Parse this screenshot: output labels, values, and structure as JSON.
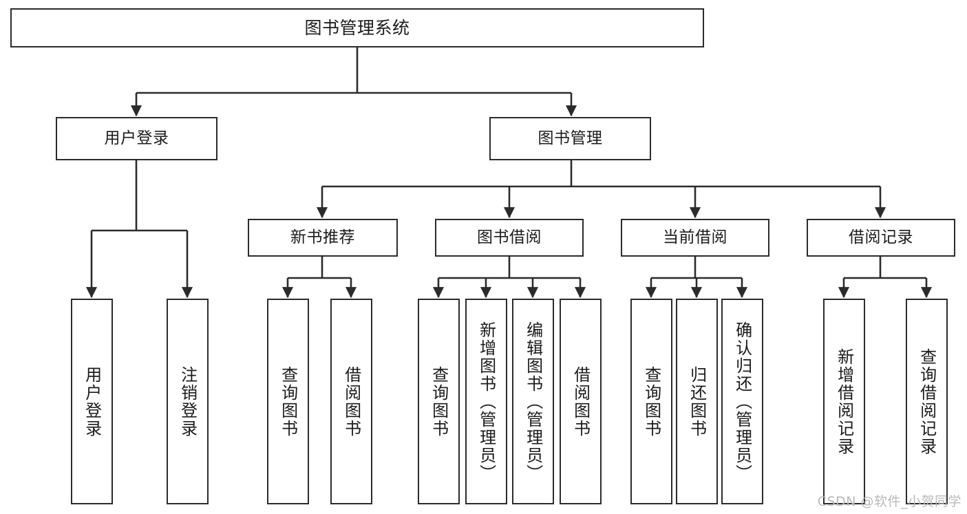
{
  "diagram": {
    "title": "图书管理系统",
    "watermark": "CSDN @软件_小贺同学",
    "colors": {
      "stroke": "#2b2b2b",
      "background": "#ffffff",
      "text": "#1b1b1b",
      "watermark": "#b9b9b9"
    },
    "nodes": {
      "root": {
        "label": "图书管理系统"
      },
      "level2": [
        {
          "label": "用户登录"
        },
        {
          "label": "图书管理"
        }
      ],
      "level3": [
        {
          "label": "新书推荐"
        },
        {
          "label": "图书借阅"
        },
        {
          "label": "当前借阅"
        },
        {
          "label": "借阅记录"
        }
      ],
      "leaves": {
        "user_login": [
          {
            "label": "用户登录"
          },
          {
            "label": "注销登录"
          }
        ],
        "new_book_recommend": [
          {
            "label": "查询图书"
          },
          {
            "label": "借阅图书"
          }
        ],
        "book_borrow": [
          {
            "label": "查询图书"
          },
          {
            "label": "新增图书（管理员）"
          },
          {
            "label": "编辑图书（管理员）"
          },
          {
            "label": "借阅图书"
          }
        ],
        "current_borrow": [
          {
            "label": "查询图书"
          },
          {
            "label": "归还图书"
          },
          {
            "label": "确认归还（管理员）"
          }
        ],
        "borrow_record": [
          {
            "label": "新增借阅记录"
          },
          {
            "label": "查询借阅记录"
          }
        ]
      }
    }
  }
}
